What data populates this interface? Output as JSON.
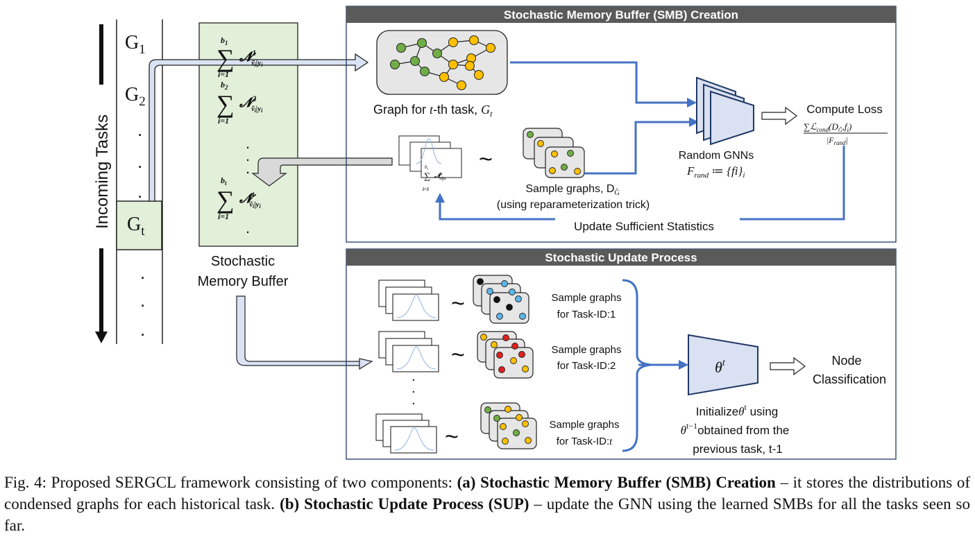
{
  "incoming": {
    "label": "Incoming Tasks",
    "tasks": [
      "G",
      "G",
      "G"
    ],
    "task_subs": [
      "1",
      "2",
      "t"
    ],
    "dot": "."
  },
  "memory": {
    "label_line1": "Stochastic",
    "label_line2": "Memory Buffer",
    "sum_symbol": "∑",
    "sum_lower": "i=1",
    "batch": [
      "b",
      "b",
      "b"
    ],
    "batch_subs": [
      "1",
      "2",
      "t"
    ],
    "dist": "𝓝",
    "dist_sups": [
      "1",
      "2",
      "t"
    ],
    "dist_sub": "ṽ",
    "dist_sub_rest": "i",
    "dist_cond": "|y",
    "dist_cond_sub": "i",
    "dot": "."
  },
  "smb": {
    "title": "Stochastic Memory Buffer (SMB) Creation",
    "graph_label": "Graph for ",
    "graph_label_t": "t",
    "graph_label_mid": "-th task, ",
    "graph_label_G": "G",
    "graph_label_Gsub": "t",
    "tilde": "~",
    "sample_line1": "Sample graphs, D",
    "sample_line1_sub": "Ĝ",
    "sample_line2": "(using reparameterization trick)",
    "gnn_label": "Random GNNs",
    "gnn_formula": "F",
    "gnn_formula_sub": "rand",
    "gnn_formula_rest": " ≔ {f",
    "gnn_formula_i": "i",
    "gnn_formula_end": "}",
    "gnn_formula_end_sub": "i",
    "loss_label": "Compute Loss",
    "loss_num": "∑ℒ",
    "loss_num_sub": "cond",
    "loss_num_rest": "(D",
    "loss_num_rest_sub": "Ĝ",
    "loss_num_end": ",f",
    "loss_num_end_sub": "i",
    "loss_num_close": ")",
    "loss_den": "|F",
    "loss_den_sub": "rand",
    "loss_den_end": "|",
    "update_label": "Update Sufficient Statistics"
  },
  "sup": {
    "title": "Stochastic Update Process",
    "tilde": "~",
    "tasks": [
      {
        "line1": "Sample graphs",
        "line2": "for Task-ID:1",
        "id_italic": ""
      },
      {
        "line1": "Sample graphs",
        "line2": "for Task-ID:2",
        "id_italic": ""
      },
      {
        "line1": "Sample graphs",
        "line2": "for Task-ID:",
        "id_italic": "t"
      }
    ],
    "theta": "θ",
    "theta_sup": "t",
    "node_line1": "Node",
    "node_line2": "Classification",
    "init_line1": "Initialize",
    "init_theta_sup": "t",
    "init_line1_rest": " using",
    "init_line2_sup": "t−1",
    "init_line2_rest": "obtained from the",
    "init_line3": "previous task, t-1",
    "dot": "."
  },
  "caption": {
    "fig": "Fig. 4: Proposed SERGCL framework consisting of two components: ",
    "a": "(a) Stochastic Memory Buffer (SMB) Creation",
    "mid": " – it stores the distributions of condensed graphs for each historical task. ",
    "b": "(b) Stochastic Update Process (SUP)",
    "end": " – update the GNN using the learned SMBs for all the tasks seen so far."
  },
  "colors": {
    "header_bg": "#5a5a5a",
    "memory_bg": "#e2efd9",
    "flow_line": "#4472c4",
    "gnn_fill": "#d9e1f2",
    "node_green": "#70ad47",
    "node_yellow": "#ffc000",
    "node_blue": "#5bb5e6",
    "node_red": "#e02020",
    "node_black": "#111111",
    "panel_border": "#1f3864"
  }
}
